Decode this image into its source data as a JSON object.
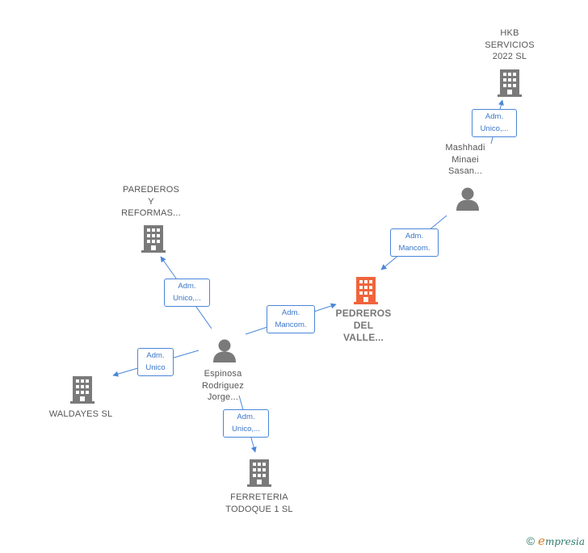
{
  "colors": {
    "edge": "#4a86d8",
    "company_icon": "#7a7a7a",
    "focus_company_icon": "#f0643c",
    "person_icon": "#7a7a7a"
  },
  "nodes": {
    "hkb": {
      "label": "HKB\nSERVICIOS\n2022  SL",
      "icon": "building-icon"
    },
    "mashhadi": {
      "label": "Mashhadi\nMinaei\nSasan...",
      "icon": "person-icon"
    },
    "paredes": {
      "label": "PAREDEROS\nY\nREFORMAS...",
      "icon": "building-icon"
    },
    "pedreros": {
      "label": "PEDREROS\nDEL\nVALLE...",
      "icon": "building-icon"
    },
    "espinosa": {
      "label": "Espinosa\nRodriguez\nJorge...",
      "icon": "person-icon"
    },
    "waldayes": {
      "label": "WALDAYES SL",
      "icon": "building-icon"
    },
    "ferreteria": {
      "label": "FERRETERIA\nTODOQUE 1 SL",
      "icon": "building-icon"
    }
  },
  "edges": {
    "mashhadi_hkb": "Adm.\nUnico,...",
    "mashhadi_pedreros": "Adm.\nMancom.",
    "espinosa_paredes": "Adm.\nUnico,...",
    "espinosa_pedreros": "Adm.\nMancom.",
    "espinosa_waldayes": "Adm.\nUnico",
    "espinosa_ferreteria": "Adm.\nUnico,..."
  },
  "brand": {
    "copyright": "©",
    "name_initial": "e",
    "name_rest": "mpresia"
  }
}
